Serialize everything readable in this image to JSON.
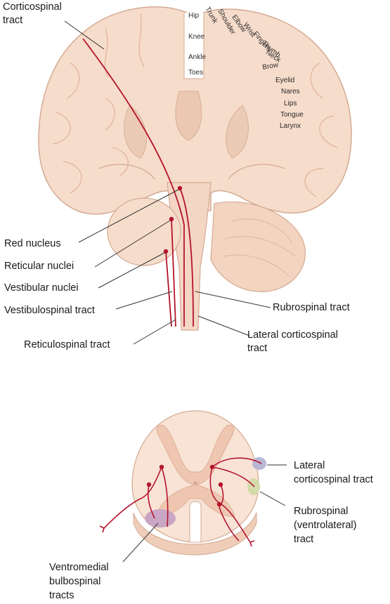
{
  "labels": {
    "corticospinal": [
      "Corticospinal",
      "tract"
    ],
    "red_nucleus": "Red nucleus",
    "reticular_nuclei": "Reticular nuclei",
    "vestibular_nuclei": "Vestibular nuclei",
    "vestibulospinal_tract": "Vestibulospinal tract",
    "reticulospinal_tract": "Reticulospinal tract",
    "rubrospinal_tract": "Rubrospinal tract",
    "lateral_corticospinal": [
      "Lateral corticospinal",
      "tract"
    ],
    "cord_lateral_corticospinal": [
      "Lateral",
      "corticospinal tract"
    ],
    "cord_rubrospinal": [
      "Rubrospinal",
      "(ventrolateral)",
      "tract"
    ],
    "cord_ventromedial": [
      "Ventromedial",
      "bulbospinal",
      "tracts"
    ]
  },
  "homunculus": [
    "Hip",
    "Trunk",
    "Shoulder",
    "Elbow",
    "Wrist",
    "Fingers",
    "Thumb",
    "Neck",
    "Brow",
    "Eyelid",
    "Nares",
    "Lips",
    "Tongue",
    "Larynx",
    "Knee",
    "Ankle",
    "Toes"
  ],
  "colors": {
    "tissue": "#f6dccb",
    "tissue_dark": "#e9c3ad",
    "gray_matter": "#efc7b1",
    "outline": "#cfa48c",
    "tract": "#b5132d",
    "lateral_cs_spot": "#b9b6d3",
    "rubrospinal_spot": "#d3dcaa",
    "ventromedial_spot": "#c9a6c4"
  }
}
